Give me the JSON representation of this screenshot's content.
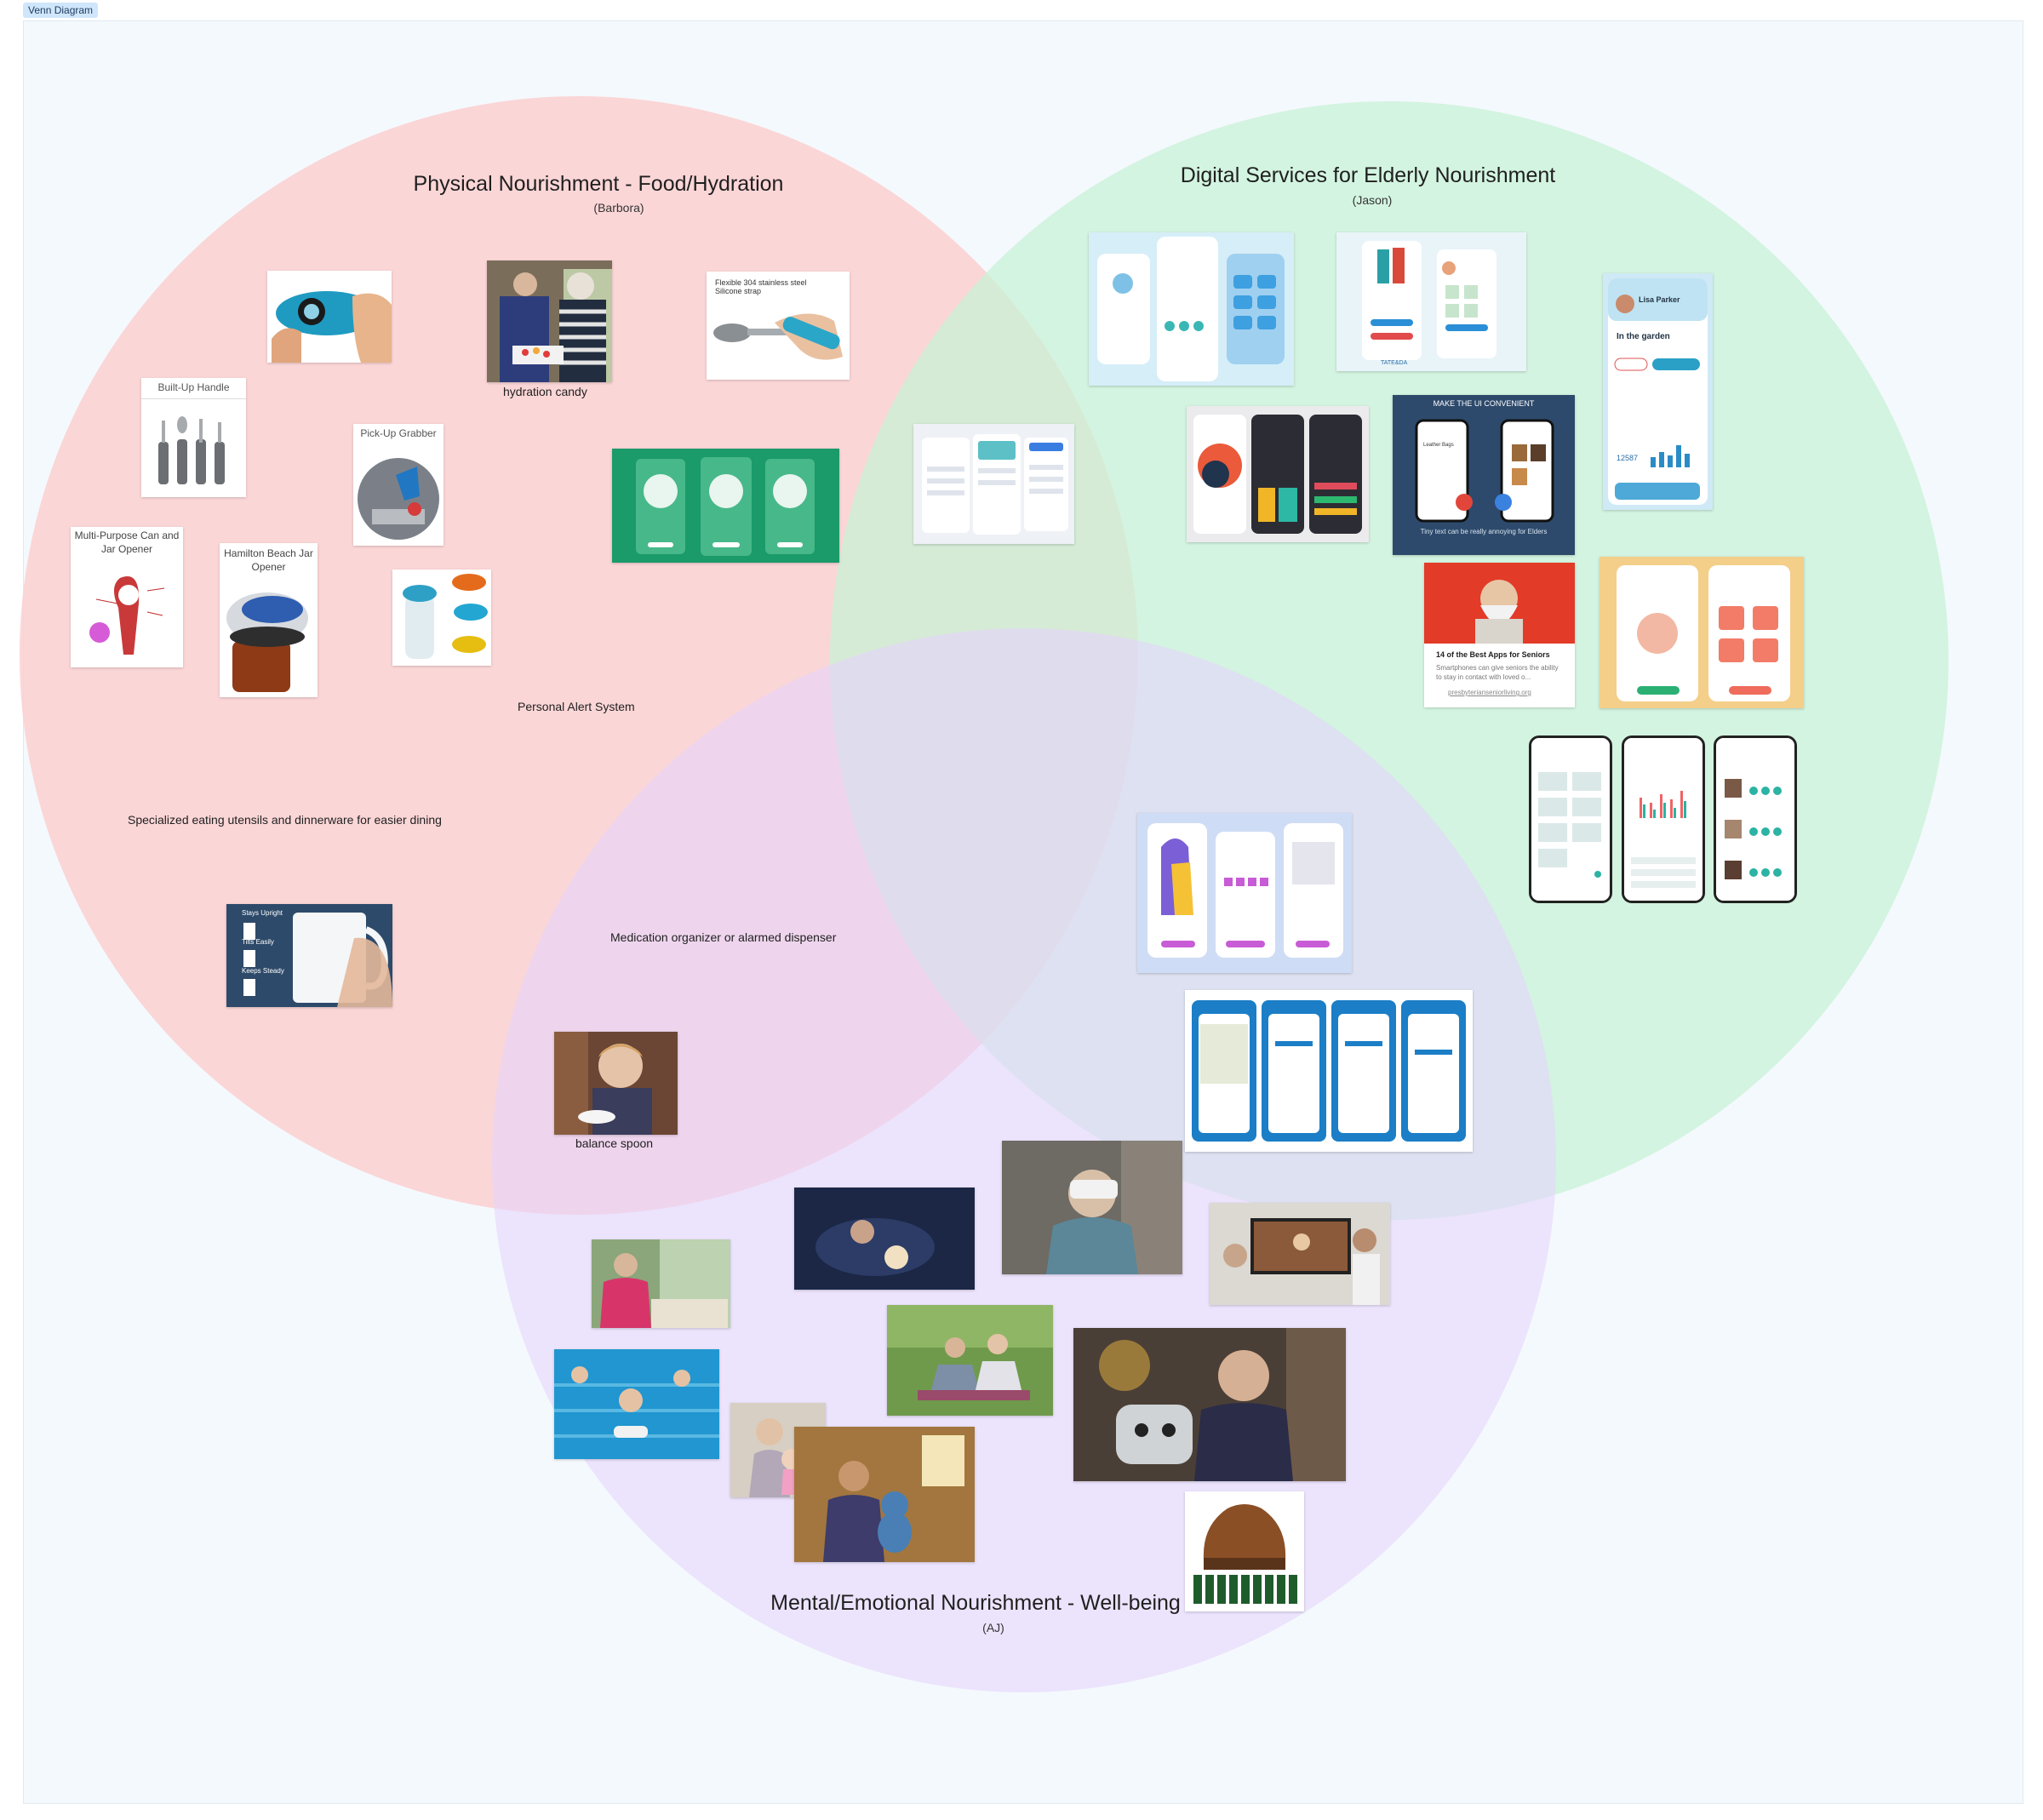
{
  "frame": {
    "label": "Venn Diagram"
  },
  "circles": {
    "physical": {
      "title": "Physical Nourishment - Food/Hydration",
      "owner": "(Barbora)",
      "color": "#fbd0d0"
    },
    "digital": {
      "title": "Digital Services for Elderly Nourishment",
      "owner": "(Jason)",
      "color": "#c8f2d6"
    },
    "mental": {
      "title": "Mental/Emotional Nourishment - Well-being",
      "owner": "(AJ)",
      "color": "#e6d4fb"
    }
  },
  "notes": {
    "personal_alert": "Personal Alert System",
    "utensils": "Specialized eating utensils and dinnerware for easier dining",
    "medication": "Medication organizer or alarmed dispenser"
  },
  "image_labels": {
    "hydration_candy": "hydration candy",
    "spoon_strap": "Flexible 304 stainless steel Silicone strap",
    "built_up_handle": "Built-Up Handle",
    "pick_up_grabber": "Pick-Up Grabber",
    "multi_purpose": "Multi-Purpose Can and Jar Opener",
    "hamilton_beach": "Hamilton Beach Jar Opener",
    "balance_spoon": "balance spoon",
    "mug_steps": [
      "Stays Upright",
      "Tilts Easily",
      "Keeps Steady"
    ],
    "ui_convenient_title": "MAKE THE UI CONVENIENT",
    "ui_convenient_caption": "Tiny text can be really annoying for Elders",
    "apps_seniors_title": "14 of the Best Apps for Seniors",
    "apps_seniors_text": "Smartphones can give seniors the ability to stay in contact with loved o...",
    "apps_seniors_link": "presbyterianseniorliving.org",
    "profile_name": "Lisa Parker",
    "profile_status": "In the garden",
    "profile_steps": "12587",
    "tata": "TATE&DA",
    "leather_bags": "Leather Bags"
  },
  "colors": {
    "frame_bg": "#f4f9fd",
    "physical": "#fbd0d0",
    "digital": "#c8f2d6",
    "mental": "#e6d4fb",
    "tab_bg": "#cfe6fb"
  }
}
